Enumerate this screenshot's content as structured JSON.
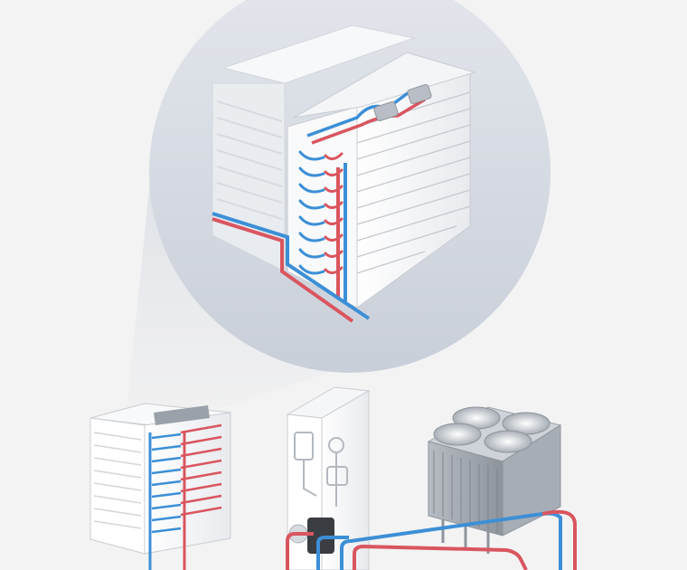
{
  "illustration": {
    "components": [
      {
        "name": "server-rack-liquid-cooled",
        "role": "IT rack with cold-plate manifolds (zoomed detail shown in circle)"
      },
      {
        "name": "coolant-distribution-unit",
        "role": "CDU cabinet with pumps"
      },
      {
        "name": "dry-cooler",
        "role": "heat rejection unit with 4 fans"
      }
    ],
    "colors": {
      "background": "#f3f3f3",
      "zoom_circle": "#d3d8e1",
      "hot_pipe": "#d9555f",
      "cold_pipe": "#3c8fd6",
      "frame_light": "#ffffff",
      "frame_edge": "#c9ccd2",
      "unit_dark": "#9aa1aa"
    },
    "fan_count": 4,
    "server_slots": 10
  }
}
